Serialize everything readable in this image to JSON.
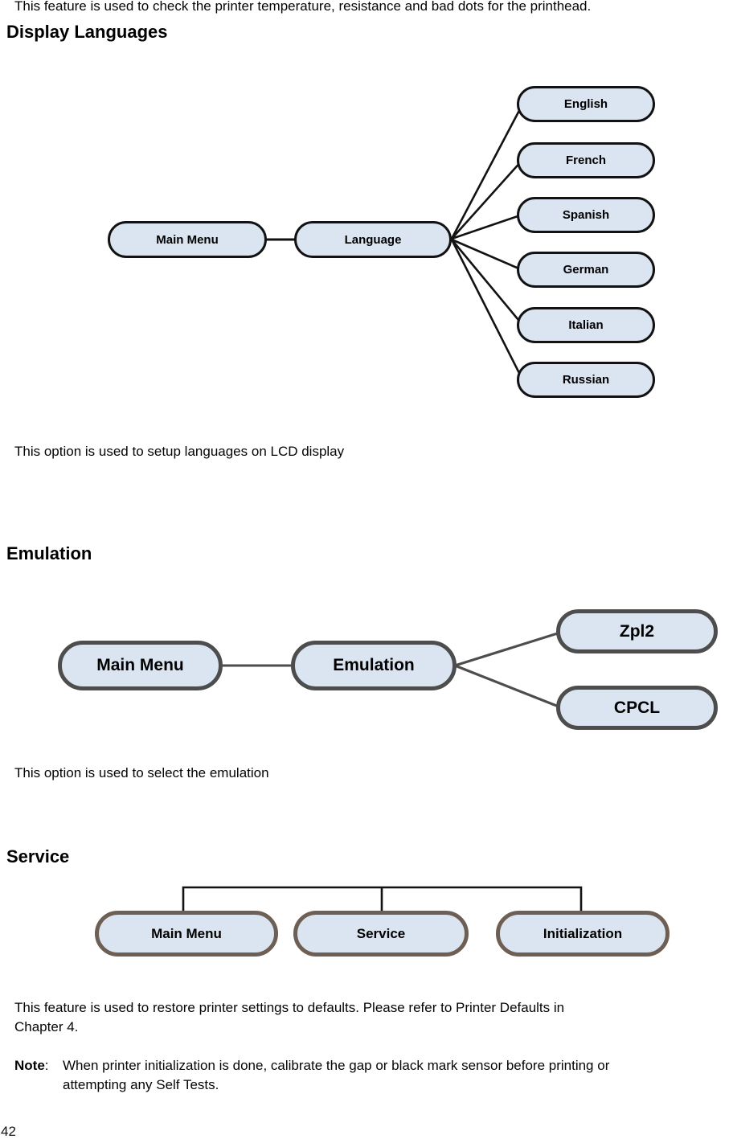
{
  "page": {
    "intro": "This feature is used to check the printer temperature, resistance and bad dots for the printhead.",
    "number": "42"
  },
  "display_languages": {
    "heading": "Display Languages",
    "description": "This option is used to setup languages on LCD display",
    "root": "Main Menu",
    "menu": "Language",
    "options": [
      "English",
      "French",
      "Spanish",
      "German",
      "Italian",
      "Russian"
    ]
  },
  "emulation": {
    "heading": "Emulation",
    "description": "This option is used to select the emulation",
    "root": "Main Menu",
    "menu": "Emulation",
    "options": [
      "Zpl2",
      "CPCL"
    ]
  },
  "service": {
    "heading": "Service",
    "nodes": [
      "Main Menu",
      "Service",
      "Initialization"
    ],
    "description_lines": [
      "This feature is used to restore printer settings to defaults. Please refer to Printer Defaults in",
      "Chapter 4."
    ],
    "note_label": "Note",
    "note_separator": ":",
    "note_lines": [
      "When printer initialization is done, calibrate the gap or black mark sensor before printing or",
      "attempting any Self Tests."
    ]
  },
  "colors": {
    "pill_fill": "#dbe5f1",
    "language_border": "#121212",
    "emulation_border": "#4d4d4d",
    "service_border": "#6e5f55"
  }
}
